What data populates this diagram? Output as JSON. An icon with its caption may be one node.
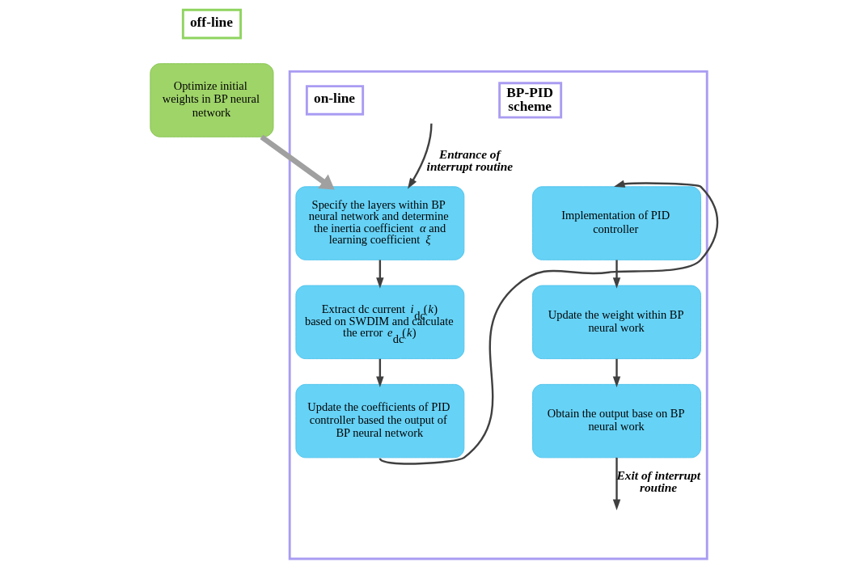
{
  "diagram": {
    "nodes": [
      {
        "text": [
          "off-line"
        ]
      },
      {
        "text": [
          "Optimize initial weights in BP neural network"
        ]
      },
      {
        "text": [],
        "shape": "box"
      },
      {
        "text": [
          "on-line"
        ],
        "in": 2
      },
      {
        "text": [
          "BP-PID scheme"
        ],
        "in": 2
      },
      {
        "text": [
          "Specify the layers within BP neural network and determine the inertia coefficient *α* and learning coefficient *ξ*"
        ],
        "in": 2
      },
      {
        "text": [
          "Extract dc current *i*$_{dc}$(*k*) based on SWDIM and calculate the error *e*$_{dc}$(*k*)"
        ],
        "in": 2
      },
      {
        "text": [
          "Update the coefficients of PID controller based the output of BP neural network"
        ],
        "in": 2
      },
      {
        "text": [
          "Implementation of PID controller"
        ],
        "in": 2
      },
      {
        "text": [
          "Update the weight within BP neural work"
        ],
        "in": 2
      },
      {
        "text": [
          "Obtain the output base on BP neural work"
        ],
        "in": 2
      }
    ],
    "edges": [
      {
        "from": 1,
        "to": 5,
        "arrow": "to",
        "style": "thick",
        "color": "#a0a0a0"
      },
      {
        "from": null,
        "to": 5,
        "arrow": "to",
        "label": "Entrance of interrupt routine"
      },
      {
        "from": 5,
        "to": 6,
        "arrow": "to"
      },
      {
        "from": 6,
        "to": 7,
        "arrow": "to"
      },
      {
        "from": 7,
        "to": 8,
        "arrow": "to"
      },
      {
        "from": 8,
        "to": 9,
        "arrow": "to"
      },
      {
        "from": 9,
        "to": 10,
        "arrow": "to"
      },
      {
        "from": 10,
        "to": null,
        "arrow": "to",
        "label": "Exit of interrupt routine"
      }
    ]
  }
}
